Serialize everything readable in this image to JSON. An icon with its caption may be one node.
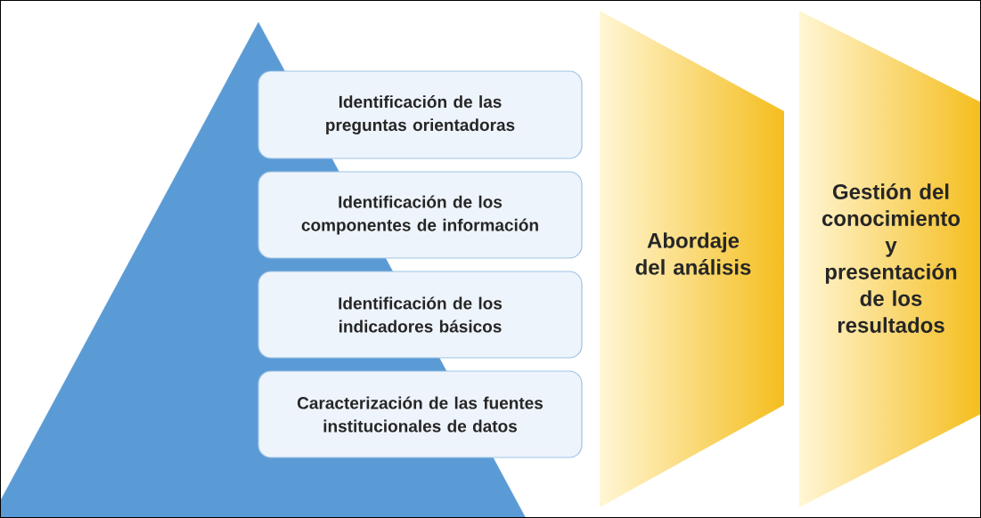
{
  "diagram": {
    "nodes": [
      {
        "text": [],
        "shape": "triangle"
      },
      {
        "text": [
          "Identificación de las preguntas orientadoras"
        ]
      },
      {
        "text": [
          "Identificación de los componentes de información"
        ]
      },
      {
        "text": [
          "Identificación de los indicadores básicos"
        ]
      },
      {
        "text": [
          "Caracterización de las fuentes institucionales de datos"
        ]
      },
      {
        "text": [
          "Abordaje del análisis"
        ]
      },
      {
        "text": [
          "Gestión del conocimiento y presentación de los resultados"
        ]
      }
    ],
    "edges": []
  }
}
